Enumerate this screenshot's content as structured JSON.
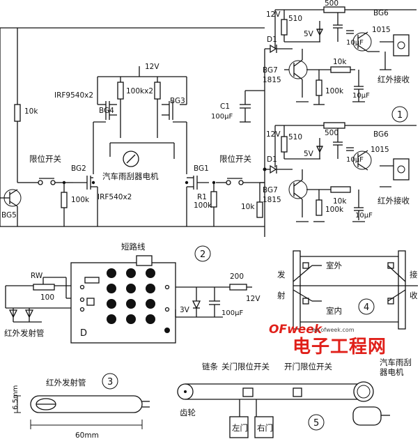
{
  "labels": {
    "v12_top": "12V",
    "r510_a": "510",
    "r500_a": "500",
    "bg6_a": "BG6",
    "n1015_a": "1015",
    "d1_a": "D1",
    "v5_a": "5V",
    "uf10_a": "10μF",
    "bg7_a": "BG7",
    "n1815_a": "1815",
    "r10k_a": "10k",
    "r100k_a": "100k",
    "uf10_a2": "10μF",
    "ir_recv_a": "红外接收",
    "c1": "C1",
    "uf100_c1": "100μF",
    "v12_b": "12V",
    "r510_b": "510",
    "r500_b": "500",
    "bg6_b": "BG6",
    "n1015_b": "1015",
    "d1_b": "D1",
    "v5_b": "5V",
    "uf10_b": "10μF",
    "bg7_b": "BG7",
    "n1815_b": "1815",
    "r10k_b": "10k",
    "r100k_b": "100k",
    "uf10_b2": "10μF",
    "ir_recv_b": "红外接收",
    "r10k_right": "10k",
    "v12_bridge": "12V",
    "irf9540": "IRF9540x2",
    "bg4": "BG4",
    "r100kx2": "100kx2",
    "bg3": "BG3",
    "r10k_left": "10k",
    "limit_left": "限位开关",
    "limit_right": "限位开关",
    "bg2": "BG2",
    "bg1": "BG1",
    "motor": "汽车雨刮器电机",
    "irf540": "IRF540x2",
    "bg5": "BG5",
    "r100k_l": "100k",
    "r1": "R1",
    "r1_val": "100k",
    "short_wire": "短路线",
    "rw": "RW",
    "rw_val": "100",
    "ir_tx": "红外发射管",
    "r200": "200",
    "v12_p2": "12V",
    "v3": "3V",
    "uf100_p2": "100μF",
    "chip_d": "D",
    "outdoor": "室外",
    "indoor": "室内",
    "fa": "发",
    "she": "射",
    "jie": "接",
    "shou": "收",
    "ir_tx_3": "红外发射管",
    "dim_65": "6.5mm",
    "dim_60": "60mm",
    "chain": "链条",
    "close_limit": "关门限位开关",
    "open_limit": "开门限位开关",
    "wiper_motor_1": "汽车雨刮",
    "wiper_motor_2": "器电机",
    "gear": "齿轮",
    "left_door": "左门",
    "right_door": "右门",
    "n1": "1",
    "n2": "2",
    "n3": "3",
    "n4": "4",
    "n5": "5"
  },
  "watermark": {
    "brand": "OFweek",
    "url": "ee.ofweek.com",
    "cn": "电子工程网",
    "color": "#e0201a"
  }
}
